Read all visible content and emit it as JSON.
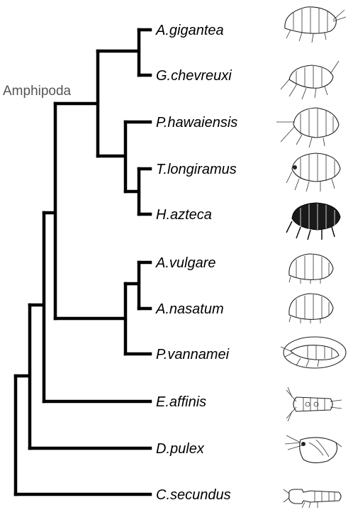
{
  "clade_label": "Amphipoda",
  "taxa": [
    {
      "id": "a-gigantea",
      "name": "A.gigantea",
      "icon": "amphipod-illustration"
    },
    {
      "id": "g-chevreuxi",
      "name": "G.chevreuxi",
      "icon": "amphipod-illustration"
    },
    {
      "id": "p-hawaiensis",
      "name": "P.hawaiensis",
      "icon": "amphipod-illustration"
    },
    {
      "id": "t-longiramus",
      "name": "T.longiramus",
      "icon": "amphipod-illustration"
    },
    {
      "id": "h-azteca",
      "name": "H.azteca",
      "icon": "amphipod-dark-illustration"
    },
    {
      "id": "a-vulgare",
      "name": "A.vulgare",
      "icon": "isopod-illustration"
    },
    {
      "id": "a-nasatum",
      "name": "A.nasatum",
      "icon": "isopod-illustration"
    },
    {
      "id": "p-vannamei",
      "name": "P.vannamei",
      "icon": "shrimp-illustration"
    },
    {
      "id": "e-affinis",
      "name": "E.affinis",
      "icon": "copepod-illustration"
    },
    {
      "id": "d-pulex",
      "name": "D.pulex",
      "icon": "daphnia-illustration"
    },
    {
      "id": "c-secundus",
      "name": "C.secundus",
      "icon": "termite-illustration"
    }
  ]
}
